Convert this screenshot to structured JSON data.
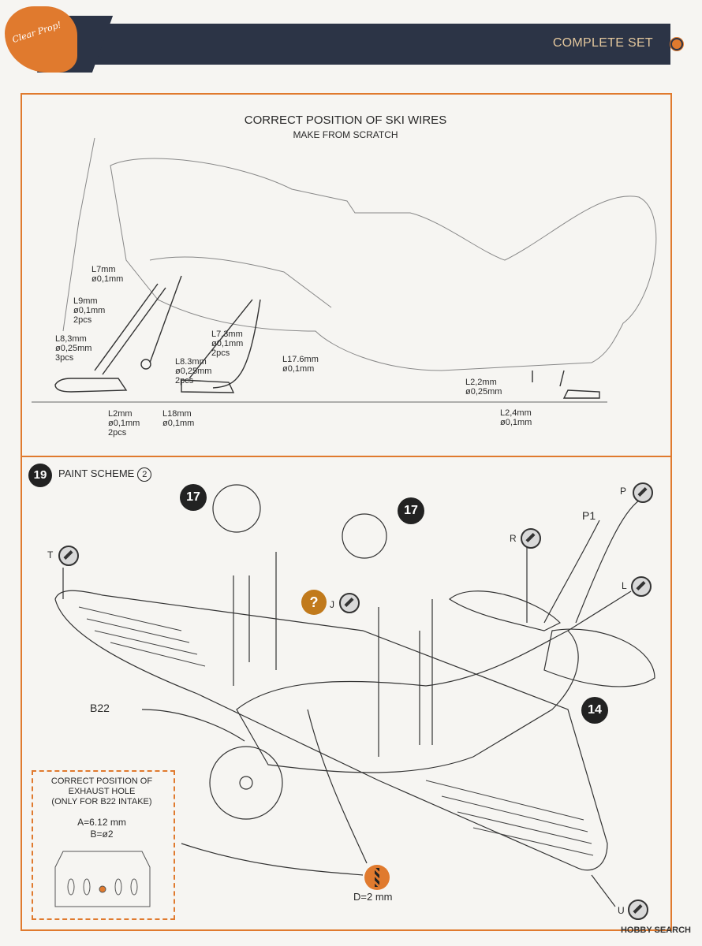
{
  "header": {
    "logo_text": "Clear Prop!",
    "title": "COMPLETE SET"
  },
  "ski_section": {
    "title": "CORRECT POSITION OF SKI WIRES",
    "subtitle": "MAKE FROM SCRATCH",
    "wires": [
      {
        "label": "L7mm\nø0,1mm"
      },
      {
        "label": "L9mm\nø0,1mm\n2pcs"
      },
      {
        "label": "L8,3mm\nø0,25mm\n3pcs"
      },
      {
        "label": "L7.3mm\nø0,1mm\n2pcs"
      },
      {
        "label": "L17.6mm\nø0,1mm"
      },
      {
        "label": "L8.3mm\nø0,25mm\n2pcs"
      },
      {
        "label": "L2mm\nø0,1mm\n2pcs"
      },
      {
        "label": "L18mm\nø0,1mm"
      },
      {
        "label": "L2,2mm\nø0,25mm"
      },
      {
        "label": "L2,4mm\nø0,1mm"
      }
    ]
  },
  "step": {
    "number": "19",
    "paint_scheme_label": "PAINT SCHEME",
    "paint_scheme_number": "2",
    "ref_a": "17",
    "ref_b": "17",
    "ref_c": "14",
    "question": "?",
    "callouts": {
      "t": "T",
      "p": "P",
      "r": "R",
      "l": "L",
      "j": "J",
      "u": "U"
    },
    "parts": {
      "p1": "P1",
      "b22": "B22"
    },
    "drill": "D=2 mm",
    "detail": {
      "title": "CORRECT POSITION OF\nEXHAUST HOLE\n(ONLY FOR B22 INTAKE)",
      "dim_a": "A=6.12 mm",
      "dim_b": "B=ø2"
    }
  },
  "watermark": "HOBBY SEARCH"
}
